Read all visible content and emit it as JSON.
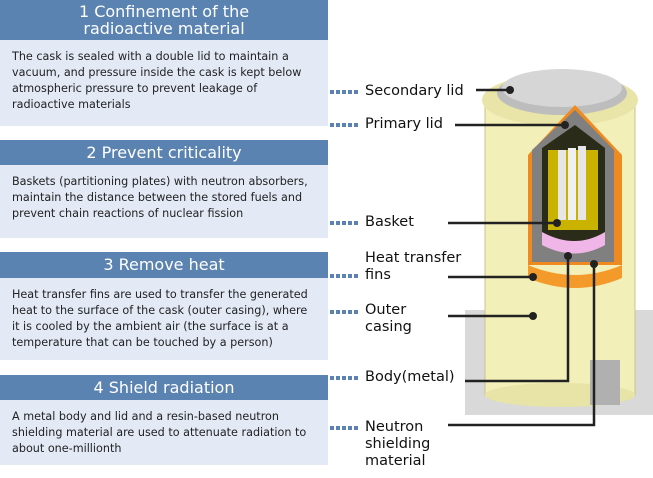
{
  "sections": [
    {
      "title": "1 Confinement of  the radioactive material",
      "body": "The cask is sealed with a double lid to maintain a vacuum, and pressure inside the cask is kept below atmospheric pressure to prevent leakage of radioactive materials"
    },
    {
      "title": "2 Prevent criticality",
      "body": "Baskets (partitioning plates) with neutron absorbers, maintain the distance between the stored fuels and prevent chain reactions of nuclear fission"
    },
    {
      "title": "3 Remove heat",
      "body": "Heat transfer fins are used to transfer the generated heat to the surface of the cask (outer casing), where it is cooled by the ambient air (the surface is at a temperature that can be touched by a person)"
    },
    {
      "title": "4 Shield radiation",
      "body": "A metal body and lid and a resin-based neutron shielding material are used to attenuate radiation to about one-millionth"
    }
  ],
  "labels": {
    "secondary_lid": "Secondary lid",
    "primary_lid": "Primary lid",
    "basket": "Basket",
    "fins_1": "Heat transfer",
    "fins_2": "fins",
    "outer_1": "Outer",
    "outer_2": "casing",
    "body": "Body(metal)",
    "neutron_1": "Neutron",
    "neutron_2": "shielding",
    "neutron_3": "material"
  },
  "colors": {
    "header": "#5b83b1",
    "panel": "#e3eaf6"
  }
}
